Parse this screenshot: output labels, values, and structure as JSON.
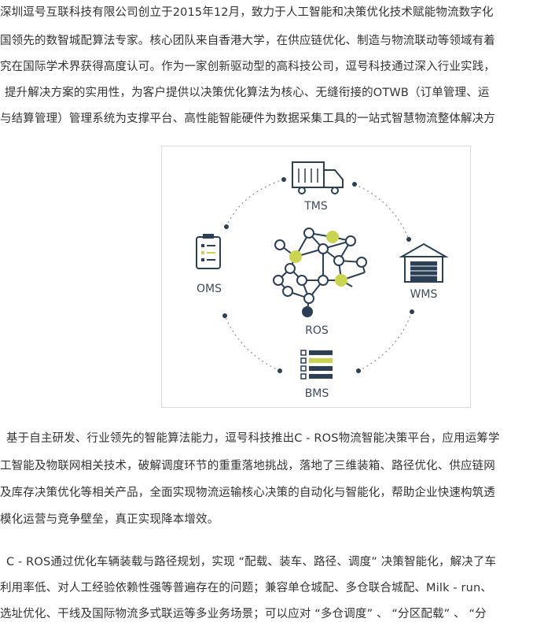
{
  "paragraph1": [
    "深圳逗号互联科技有限公司创立于2015年12月，致力于人工智能和决策优化技术赋能物流数字化",
    "国领先的数智城配算法专家。核心团队来自香港大学，在供应链优化、制造与物流联动等领域有着",
    "究在国际学术界获得高度认可。作为一家创新驱动型的高科技公司，逗号科技通过深入行业实践，",
    "提升解决方案的实用性，为客户提供以决策优化算法为核心、无缝衔接的OTWB（订单管理、运",
    "与结算管理）管理系统为支撑平台、高性能智能硬件为数据采集工具的一站式智慧物流整体解决方"
  ],
  "diagram": {
    "center_label": "ROS",
    "top_label": "TMS",
    "right_label": "WMS",
    "bottom_label": "BMS",
    "left_label": "OMS",
    "colors": {
      "navy": "#2b3f55",
      "gray_line": "#8a8f95",
      "lime": "#c9d44f"
    }
  },
  "paragraph2": [
    "基于自主研发、行业领先的智能算法能力，逗号科技推出C - ROS物流智能决策平台，应用运筹学",
    "工智能及物联网相关技术，破解调度环节的重重落地挑战，落地了三维装箱、路径优化、供应链网",
    "及库存决策优化等相关产品，全面实现物流运输核心决策的自动化与智能化，帮助企业快速构筑透",
    "模化运营与竞争壁垒，真正实现降本增效。"
  ],
  "paragraph3": [
    "C - ROS通过优化车辆装载与路径规划，实现 “配载、装车、路径、调度” 决策智能化，解决了车",
    "利用率低、对人工经验依赖性强等普遍存在的问题；兼容单仓城配、多仓联合城配、Milk - run、",
    "选址优化、干线及国际物流多式联运等多业务场景；可以应对 “多仓调度” 、 “分区配载” 、 “分"
  ]
}
